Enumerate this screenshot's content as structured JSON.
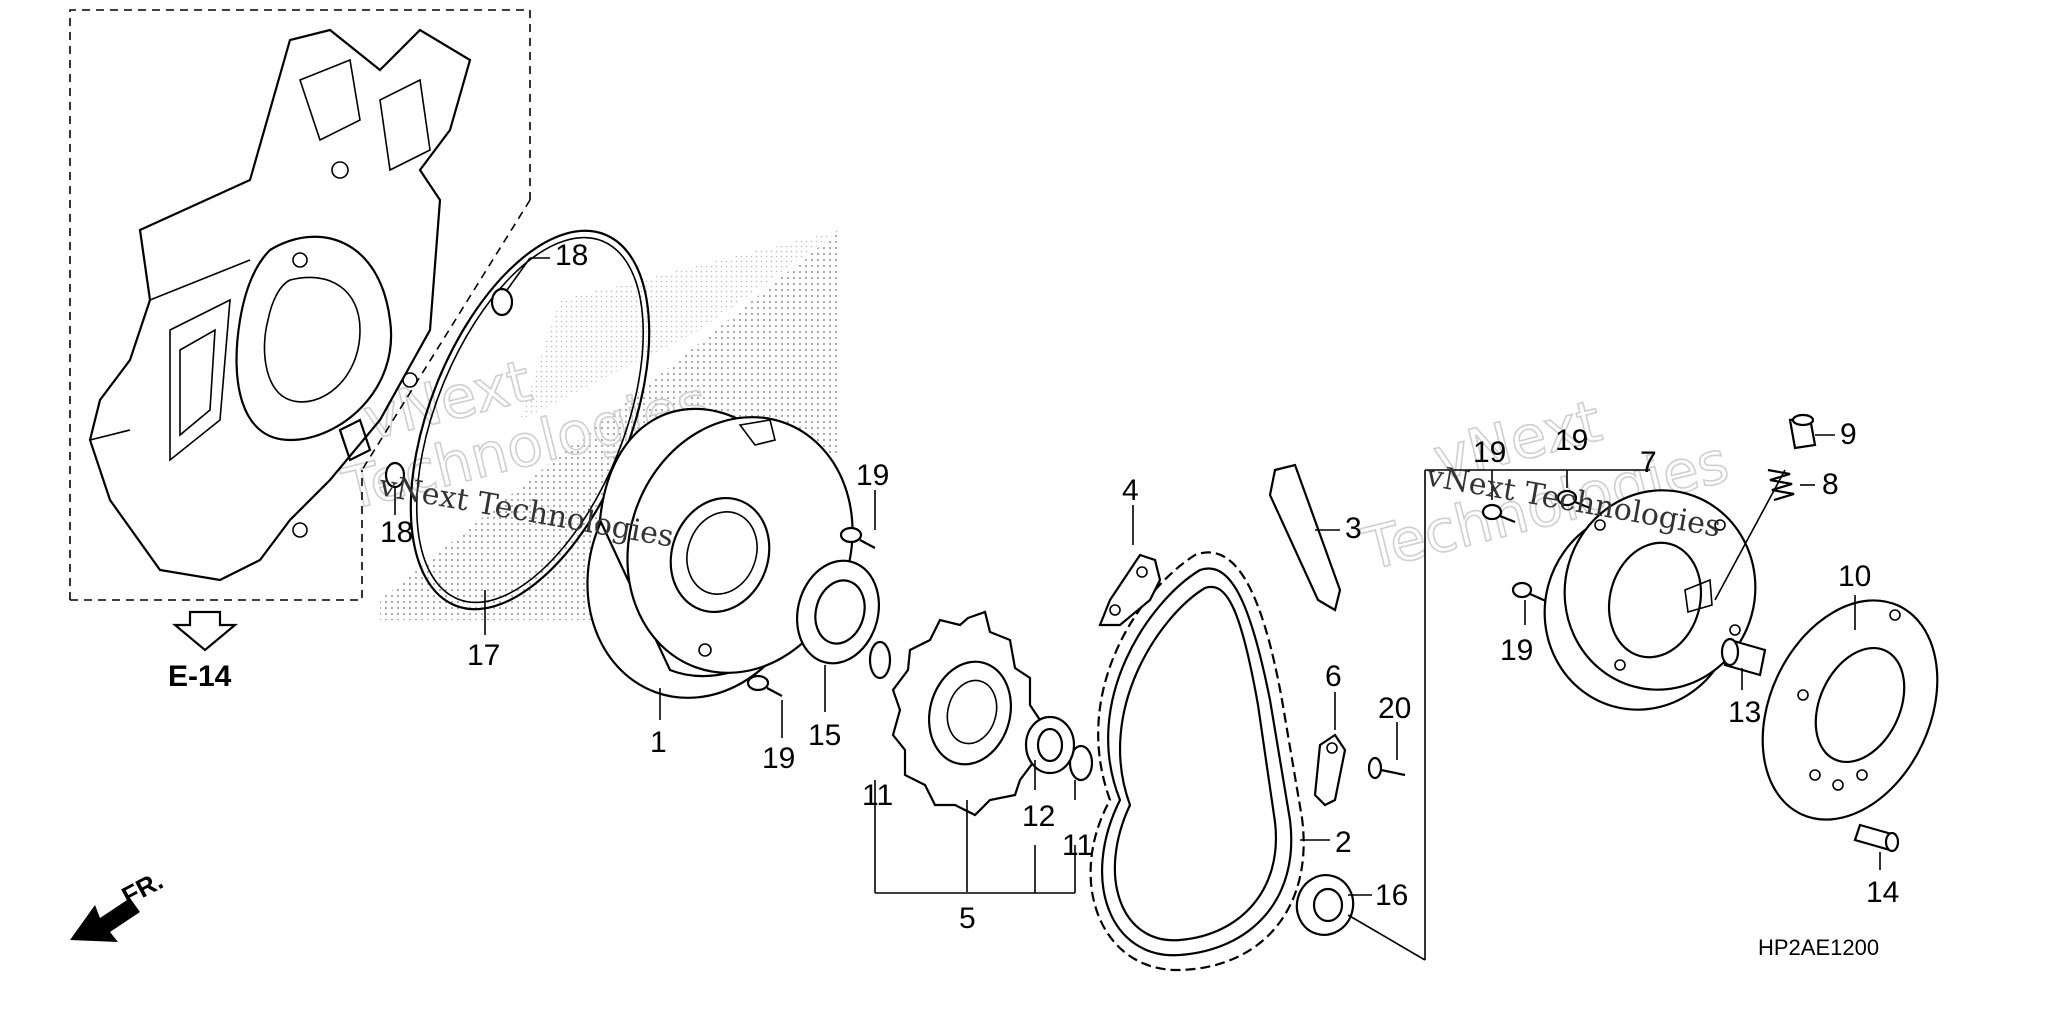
{
  "diagram": {
    "reference": "E-14",
    "front_marker": "FR.",
    "drawing_code": "HP2AE1200",
    "watermark_small": "vNext Technologies",
    "watermark_large_1": "vNext",
    "watermark_large_2": "Technologies",
    "callouts": [
      {
        "label": "1"
      },
      {
        "label": "2"
      },
      {
        "label": "3"
      },
      {
        "label": "4"
      },
      {
        "label": "5"
      },
      {
        "label": "6"
      },
      {
        "label": "7"
      },
      {
        "label": "8"
      },
      {
        "label": "9"
      },
      {
        "label": "10"
      },
      {
        "label": "11"
      },
      {
        "label": "11"
      },
      {
        "label": "12"
      },
      {
        "label": "13"
      },
      {
        "label": "14"
      },
      {
        "label": "15"
      },
      {
        "label": "16"
      },
      {
        "label": "17"
      },
      {
        "label": "18"
      },
      {
        "label": "18"
      },
      {
        "label": "19"
      },
      {
        "label": "19"
      },
      {
        "label": "19"
      },
      {
        "label": "19"
      },
      {
        "label": "19"
      },
      {
        "label": "20"
      }
    ]
  }
}
